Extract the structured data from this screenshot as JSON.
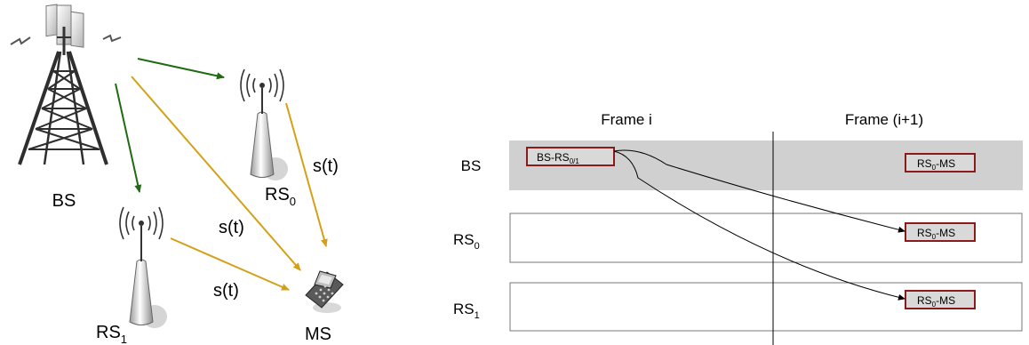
{
  "network": {
    "bs_label": "BS",
    "rs0_label": "RS",
    "rs0_sub": "0",
    "rs1_label": "RS",
    "rs1_sub": "1",
    "ms_label": "MS",
    "signal_label": "s(t)"
  },
  "timeline": {
    "frame_i": "Frame i",
    "frame_next": "Frame (i+1)",
    "rows": [
      {
        "label": "BS",
        "sub": ""
      },
      {
        "label": "RS",
        "sub": "0"
      },
      {
        "label": "RS",
        "sub": "1"
      }
    ],
    "bs_slot": {
      "text": "BS-RS",
      "sub": "0/1"
    },
    "rs_slot": {
      "text_a": "RS",
      "sub": "0",
      "text_b": "-MS"
    }
  },
  "colors": {
    "green_arrow": "#1f6b12",
    "gold_arrow": "#d4a017",
    "bs_band": "#d0d0d0",
    "slot_border": "#8b1a1a",
    "slot_fill": "#d9d9d9"
  }
}
